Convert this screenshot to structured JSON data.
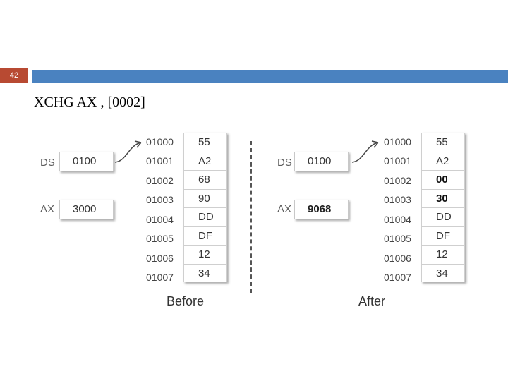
{
  "slide_number": "42",
  "title": "XCHG AX , [0002]",
  "before": {
    "caption": "Before",
    "ds_label": "DS",
    "ds_value": "0100",
    "ax_label": "AX",
    "ax_value": "3000",
    "addresses": [
      "01000",
      "01001",
      "01002",
      "01003",
      "01004",
      "01005",
      "01006",
      "01007"
    ],
    "memory": [
      "55",
      "A2",
      "68",
      "90",
      "DD",
      "DF",
      "12",
      "34"
    ]
  },
  "after": {
    "caption": "After",
    "ds_label": "DS",
    "ds_value": "0100",
    "ax_label": "AX",
    "ax_value": "9068",
    "addresses": [
      "01000",
      "01001",
      "01002",
      "01003",
      "01004",
      "01005",
      "01006",
      "01007"
    ],
    "memory": [
      "55",
      "A2",
      "00",
      "30",
      "DD",
      "DF",
      "12",
      "34"
    ]
  },
  "colors": {
    "accent_bar": "#4a82c0",
    "slide_num_bg": "#b84a32"
  }
}
